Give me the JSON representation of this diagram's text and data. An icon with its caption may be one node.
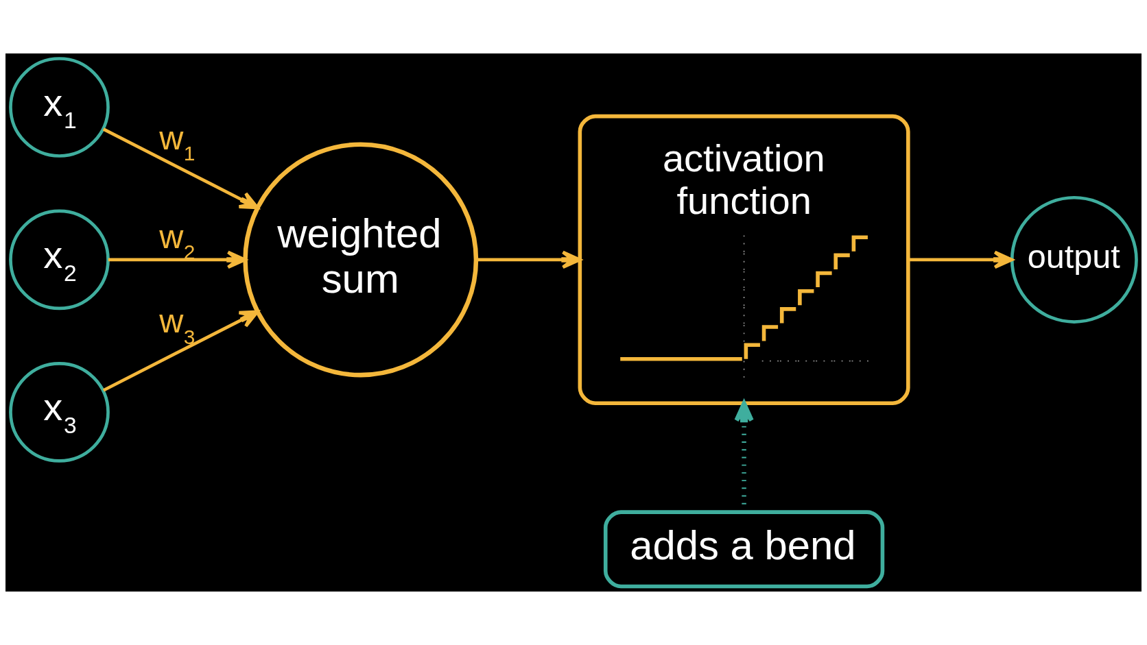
{
  "diagram": {
    "nodes": [
      {
        "text": [
          "x$_{1}$"
        ]
      },
      {
        "text": [
          "x$_{2}$"
        ]
      },
      {
        "text": [
          "x$_{3}$"
        ]
      },
      {
        "text": [
          "weighted sum"
        ]
      },
      {
        "text": [
          "activation function"
        ]
      },
      {
        "text": [
          "output"
        ]
      },
      {
        "text": [
          "adds a bend"
        ]
      }
    ],
    "edges": [
      {
        "from": 0,
        "to": 3,
        "arrow": "to",
        "label": "w$_{1}$"
      },
      {
        "from": 1,
        "to": 3,
        "arrow": "to",
        "label": "w$_{2}$"
      },
      {
        "from": 2,
        "to": 3,
        "arrow": "to",
        "label": "w$_{3}$"
      },
      {
        "from": 3,
        "to": 4,
        "arrow": "to"
      },
      {
        "from": 4,
        "to": 5,
        "arrow": "to"
      },
      {
        "from": 6,
        "to": 4,
        "arrow": "to",
        "style": "dashed",
        "color": "#3fae9e"
      }
    ]
  }
}
